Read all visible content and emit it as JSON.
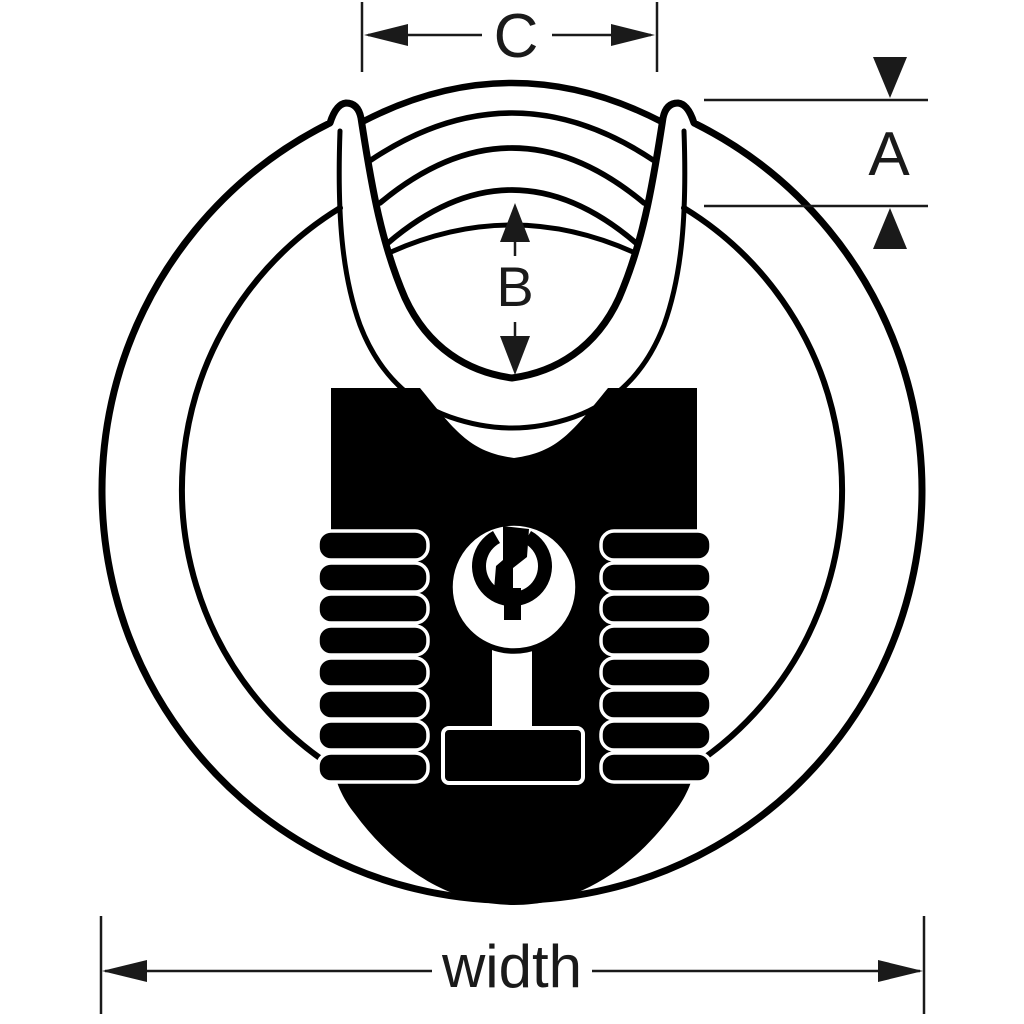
{
  "diagram": {
    "type": "technical-dimension-diagram",
    "subject": "shrouded disc padlock, front view",
    "labels": {
      "c": "C",
      "a": "A",
      "b": "B",
      "width": "width"
    },
    "colors": {
      "line": "#000000",
      "body_fill": "#000000",
      "background": "#ffffff"
    }
  }
}
